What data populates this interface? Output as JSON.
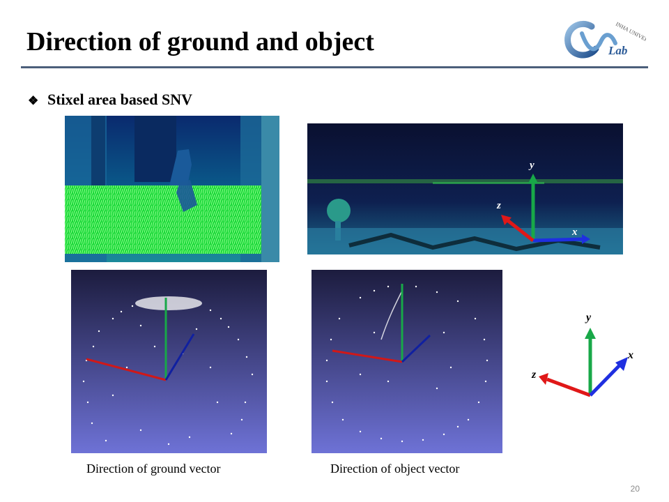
{
  "slide": {
    "title": "Direction of ground and object",
    "bullet_icon": "diamond-bullet-icon",
    "bullet_text": "Stixel area based SNV",
    "page_number": "20"
  },
  "logo": {
    "main_text": "Lab",
    "arc_text": "INHA UNIVERSITY"
  },
  "images": {
    "depth_image": {
      "label": "stixel-depth-image"
    },
    "pointcloud_image": {
      "label": "pointcloud-axes-image",
      "axis_x": "x",
      "axis_y": "y",
      "axis_z": "z"
    }
  },
  "plots": {
    "ground": {
      "caption": "Direction of ground vector"
    },
    "object": {
      "caption": "Direction of object vector"
    }
  },
  "axis_legend": {
    "x": "x",
    "y": "y",
    "z": "z"
  },
  "colors": {
    "x_axis": "#1f2fe0",
    "y_axis": "#18a848",
    "z_axis": "#e01818",
    "rule": "#4b5f7a"
  }
}
